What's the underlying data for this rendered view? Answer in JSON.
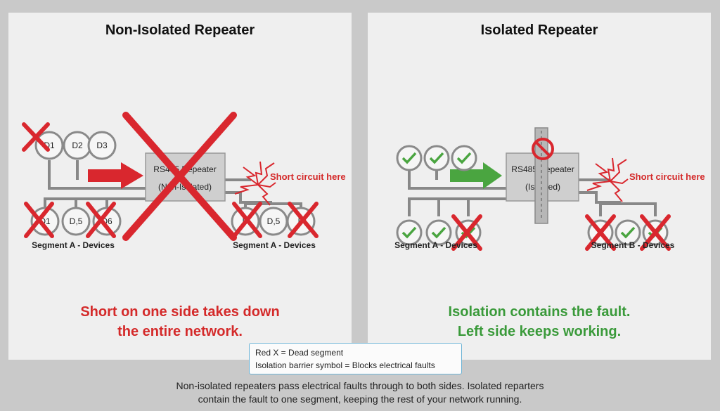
{
  "colors": {
    "red": "#d9272e",
    "green": "#4aa540",
    "redText": "#d42a2a",
    "greenText": "#3a9a3a",
    "repeater": "#cfcfcf"
  },
  "left": {
    "title": "Non-Isolated Repeater",
    "top_devices": [
      "D1",
      "D2",
      "D3"
    ],
    "bottom_devices_left": [
      "D1",
      "D,5",
      "D6"
    ],
    "bottom_devices_right": [
      "D",
      "D,5",
      "D"
    ],
    "repeater_line1": "RS485 Repeater",
    "repeater_line2": "(Non-Isolated)",
    "short_label": "Short circuit here",
    "segment_label_left": "Segment A - Devices",
    "segment_label_right": "Segment A - Devices",
    "message_line1": "Short on one side takes down",
    "message_line2": "the entire network."
  },
  "right": {
    "title": "Isolated Repeater",
    "repeater_line1": "RS485 Repeater",
    "repeater_line2": "(Isolated)",
    "short_label": "Short circuit here",
    "segment_label_left": "Segment A - Devices",
    "segment_label_right": "Segment B - Devices",
    "message_line1": "Isolation contains the fault.",
    "message_line2": "Left side keeps working."
  },
  "legend": {
    "line1": "Red X = Dead segment",
    "line2": "Isolation barrier symbol = Blocks electrical faults"
  },
  "footer": {
    "line1": "Non-isolated repeaters pass electrical faults through to both sides. Isolated reparters",
    "line2": "contain the fault to one segment, keeping the rest of your network running."
  }
}
